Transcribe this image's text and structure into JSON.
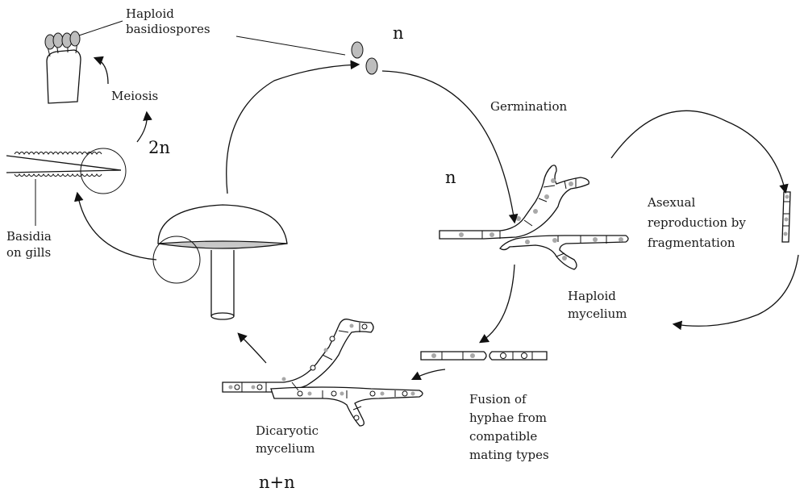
{
  "labels": {
    "haploid_basidiospores_1": "Haploid",
    "haploid_basidiospores_2": "basidiospores",
    "meiosis": "Meiosis",
    "ploidy_2n": "2n",
    "basidia_1": "Basidia",
    "basidia_2": "on gills",
    "ploidy_n_top": "n",
    "germination": "Germination",
    "ploidy_n_mid": "n",
    "asexual_1": "Asexual",
    "asexual_2": "reproduction by",
    "asexual_3": "fragmentation",
    "haploid_mycelium_1": "Haploid",
    "haploid_mycelium_2": "mycelium",
    "fusion_1": "Fusion of",
    "fusion_2": "hyphae from",
    "fusion_3": "compatible",
    "fusion_4": "mating types",
    "dicaryotic_1": "Dicaryotic",
    "dicaryotic_2": "mycelium",
    "ploidy_nn": "n+n"
  },
  "colors": {
    "line": "#111111",
    "haploid_nucleus": "#a8a8a8",
    "gill_shade": "#c8c8c8",
    "spore": "#bdbdbd"
  }
}
